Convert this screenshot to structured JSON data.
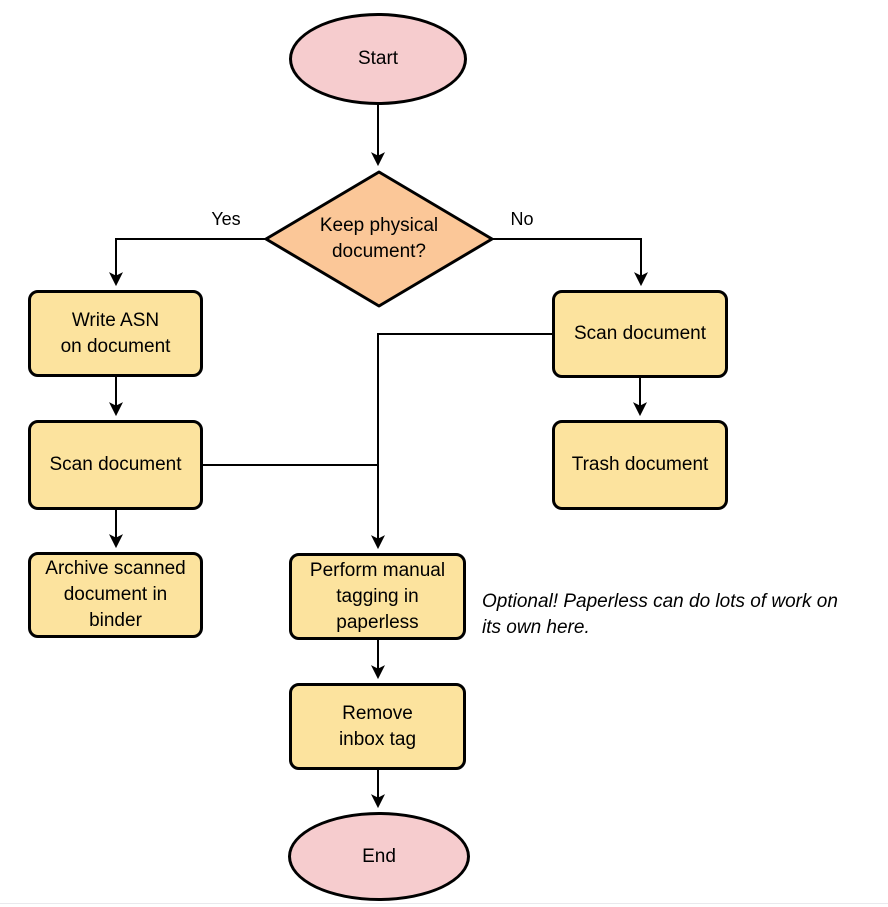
{
  "diagram": {
    "type": "flowchart",
    "nodes": {
      "start": {
        "label": "Start",
        "shape": "terminator",
        "fill": "#F6CCCE"
      },
      "decision": {
        "label": "Keep physical\ndocument?",
        "shape": "decision",
        "fill": "#FBC798"
      },
      "write_asn": {
        "label": "Write ASN\non document",
        "shape": "process",
        "fill": "#FCE39E"
      },
      "scan_left": {
        "label": "Scan document",
        "shape": "process",
        "fill": "#FCE39E"
      },
      "archive": {
        "label": "Archive scanned\ndocument in\nbinder",
        "shape": "process",
        "fill": "#FCE39E"
      },
      "scan_right": {
        "label": "Scan document",
        "shape": "process",
        "fill": "#FCE39E"
      },
      "trash": {
        "label": "Trash document",
        "shape": "process",
        "fill": "#FCE39E"
      },
      "tagging": {
        "label": "Perform manual\ntagging in\npaperless",
        "shape": "process",
        "fill": "#FCE39E"
      },
      "remove_tag": {
        "label": "Remove\ninbox tag",
        "shape": "process",
        "fill": "#FCE39E"
      },
      "end": {
        "label": "End",
        "shape": "terminator",
        "fill": "#F6CCCE"
      }
    },
    "edge_labels": {
      "yes": "Yes",
      "no": "No"
    },
    "note": "Optional! Paperless can do lots of work on\nits own here.",
    "stroke_color": "#000000"
  }
}
